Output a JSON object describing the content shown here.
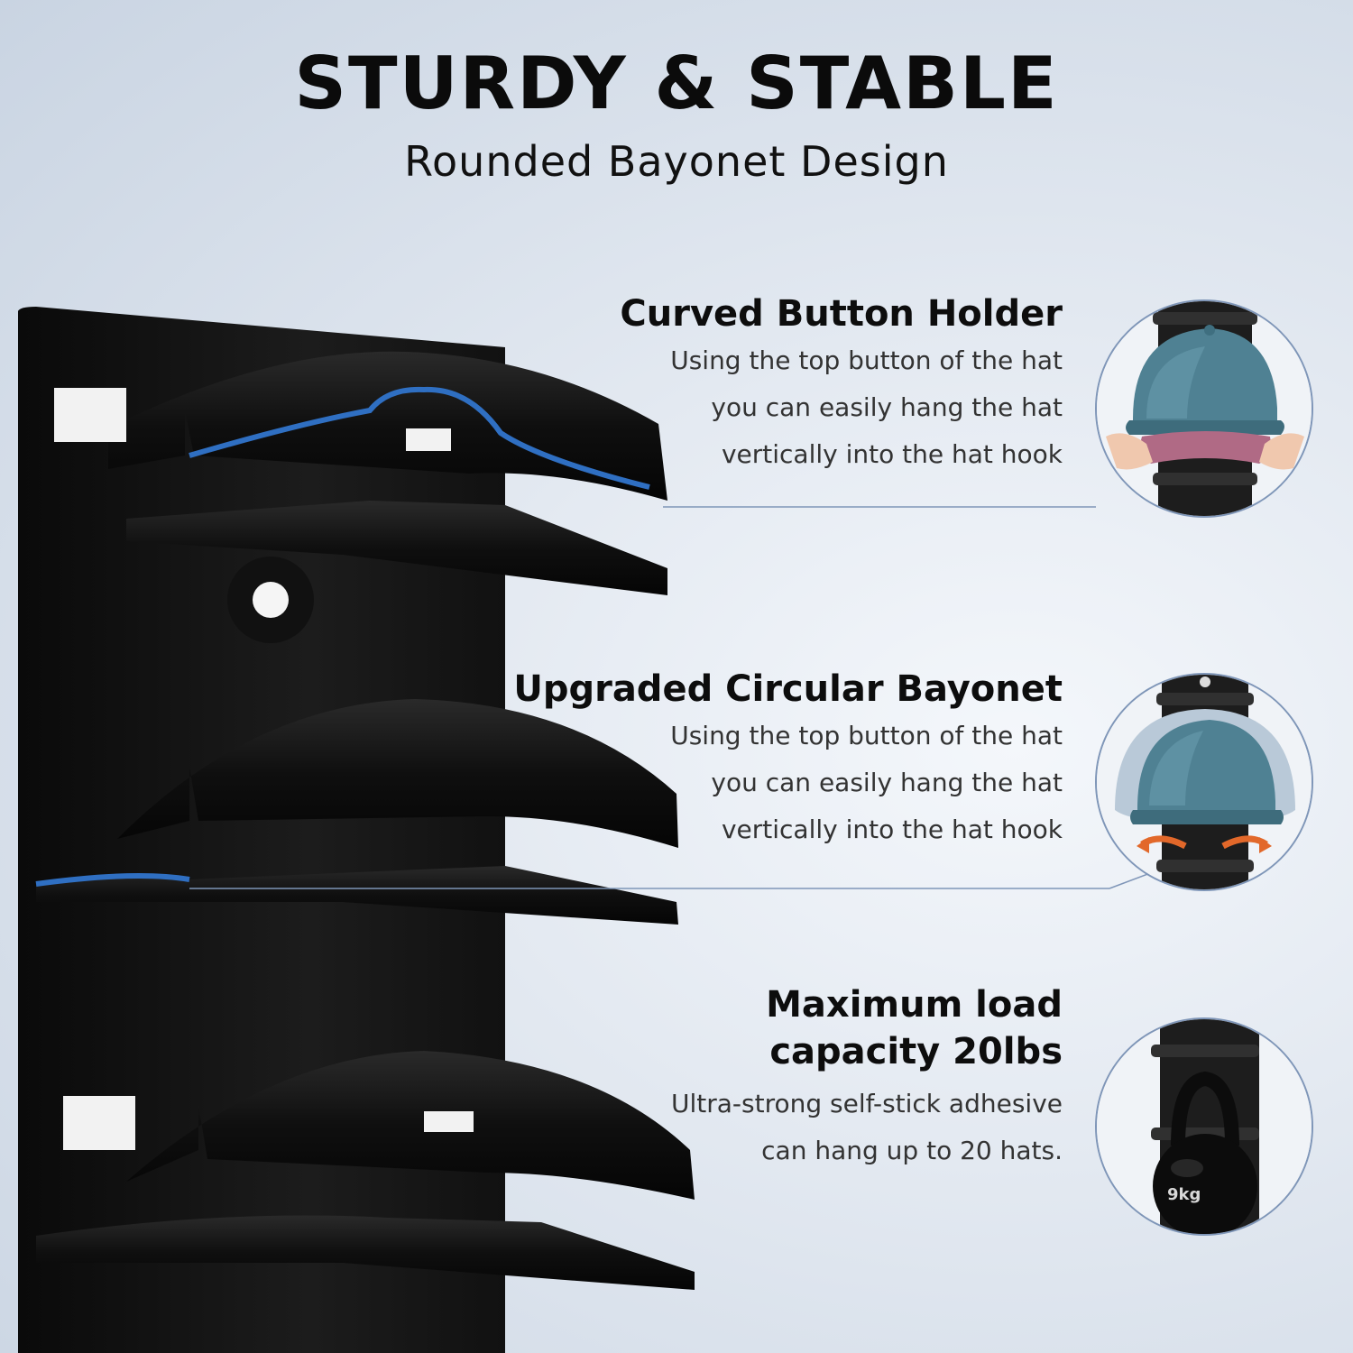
{
  "header": {
    "title": "STURDY & STABLE",
    "subtitle": "Rounded Bayonet Design"
  },
  "features": [
    {
      "heading_lines": [
        "Curved Button Holder"
      ],
      "body_lines": [
        "Using the top button of the hat",
        "you can easily hang the hat",
        "vertically into the hat hook"
      ]
    },
    {
      "heading_lines": [
        "Upgraded Circular Bayonet"
      ],
      "body_lines": [
        "Using the top button of the hat",
        "you can easily hang the hat",
        "vertically into the hat hook"
      ]
    },
    {
      "heading_lines": [
        "Maximum load",
        "capacity 20lbs"
      ],
      "body_lines": [
        "Ultra-strong self-stick adhesive",
        "can hang up to 20 hats."
      ]
    }
  ],
  "weight_label": "9kg",
  "colors": {
    "rack": "#141414",
    "highlight": "#2f6fc2",
    "cap_blue": "#4f8193",
    "cap_pink": "#b06a85",
    "arrow": "#e2682a"
  },
  "icons": [
    "cap-on-hook-photo",
    "two-caps-on-hook-photo",
    "kettlebell-photo"
  ]
}
